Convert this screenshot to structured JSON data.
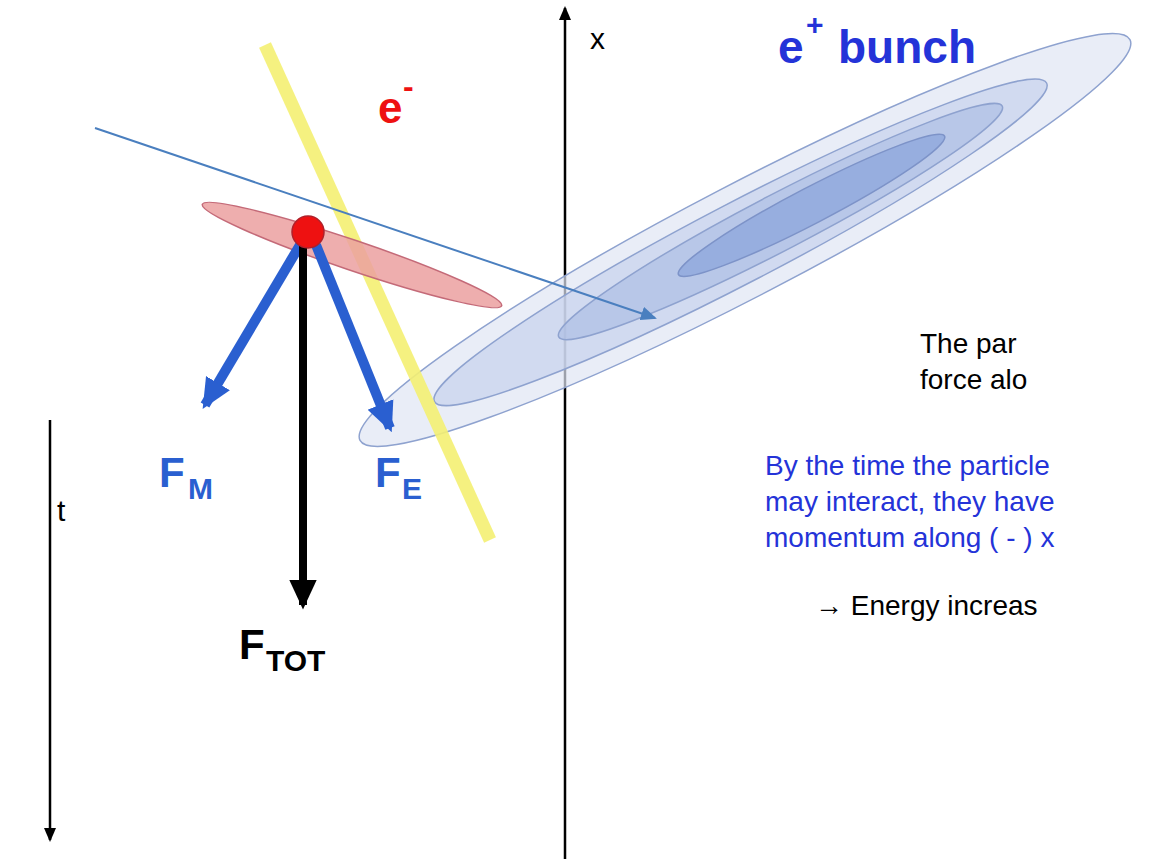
{
  "diagram": {
    "labels": [
      "e",
      "+",
      "bunch",
      "e",
      "-",
      "x",
      "t",
      "F",
      "M",
      "F",
      "E",
      "F",
      "TOT",
      "The par",
      "force alo",
      "By the time the particle",
      "may interact, they have",
      "momentum along ( - ) x",
      "→ Energy increas"
    ]
  }
}
